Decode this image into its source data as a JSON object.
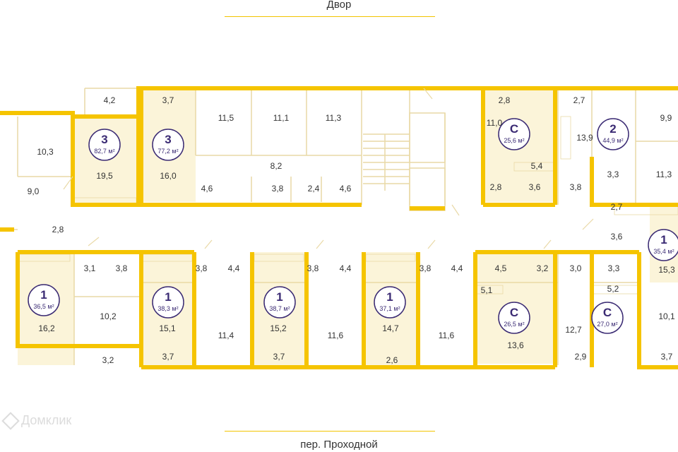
{
  "streets": {
    "top": "Двор",
    "bottom": "пер. Проходной"
  },
  "watermark": "Домклик",
  "colors": {
    "wall": "#f5c400",
    "thin_wall": "#e9d9a6",
    "fill": "#fbf4d9",
    "badge": "#3a2a73",
    "text": "#333333"
  },
  "units": [
    {
      "rooms": "3",
      "area": "82,7 м²"
    },
    {
      "rooms": "3",
      "area": "77,2 м²"
    },
    {
      "rooms": "С",
      "area": "25,6 м²"
    },
    {
      "rooms": "2",
      "area": "44,9 м²"
    },
    {
      "rooms": "1",
      "area": "35,4 м²"
    },
    {
      "rooms": "1",
      "area": "36,5 м²"
    },
    {
      "rooms": "1",
      "area": "38,3 м²"
    },
    {
      "rooms": "1",
      "area": "38,7 м²"
    },
    {
      "rooms": "1",
      "area": "37,1 м²"
    },
    {
      "rooms": "С",
      "area": "26,5 м²"
    },
    {
      "rooms": "С",
      "area": "27,0 м²"
    }
  ],
  "room_areas": [
    "4,2",
    "3,7",
    "2,8",
    "2,7",
    "9,9",
    "10,3",
    "11,5",
    "11,1",
    "11,3",
    "11,0",
    "13,9",
    "19,5",
    "16,0",
    "8,2",
    "5,4",
    "3,3",
    "11,3",
    "9,0",
    "4,6",
    "3,8",
    "2,4",
    "4,6",
    "2,8",
    "3,6",
    "3,8",
    "2,7",
    "2,8",
    "3,6",
    "3,1",
    "3,8",
    "3,8",
    "4,4",
    "3,8",
    "4,4",
    "3,8",
    "4,4",
    "4,5",
    "3,2",
    "3,0",
    "3,3",
    "15,3",
    "5,1",
    "5,2",
    "10,2",
    "10,1",
    "16,2",
    "15,1",
    "11,4",
    "15,2",
    "11,6",
    "14,7",
    "11,6",
    "13,6",
    "12,7",
    "3,2",
    "3,7",
    "3,7",
    "2,6",
    "2,9",
    "3,7"
  ]
}
